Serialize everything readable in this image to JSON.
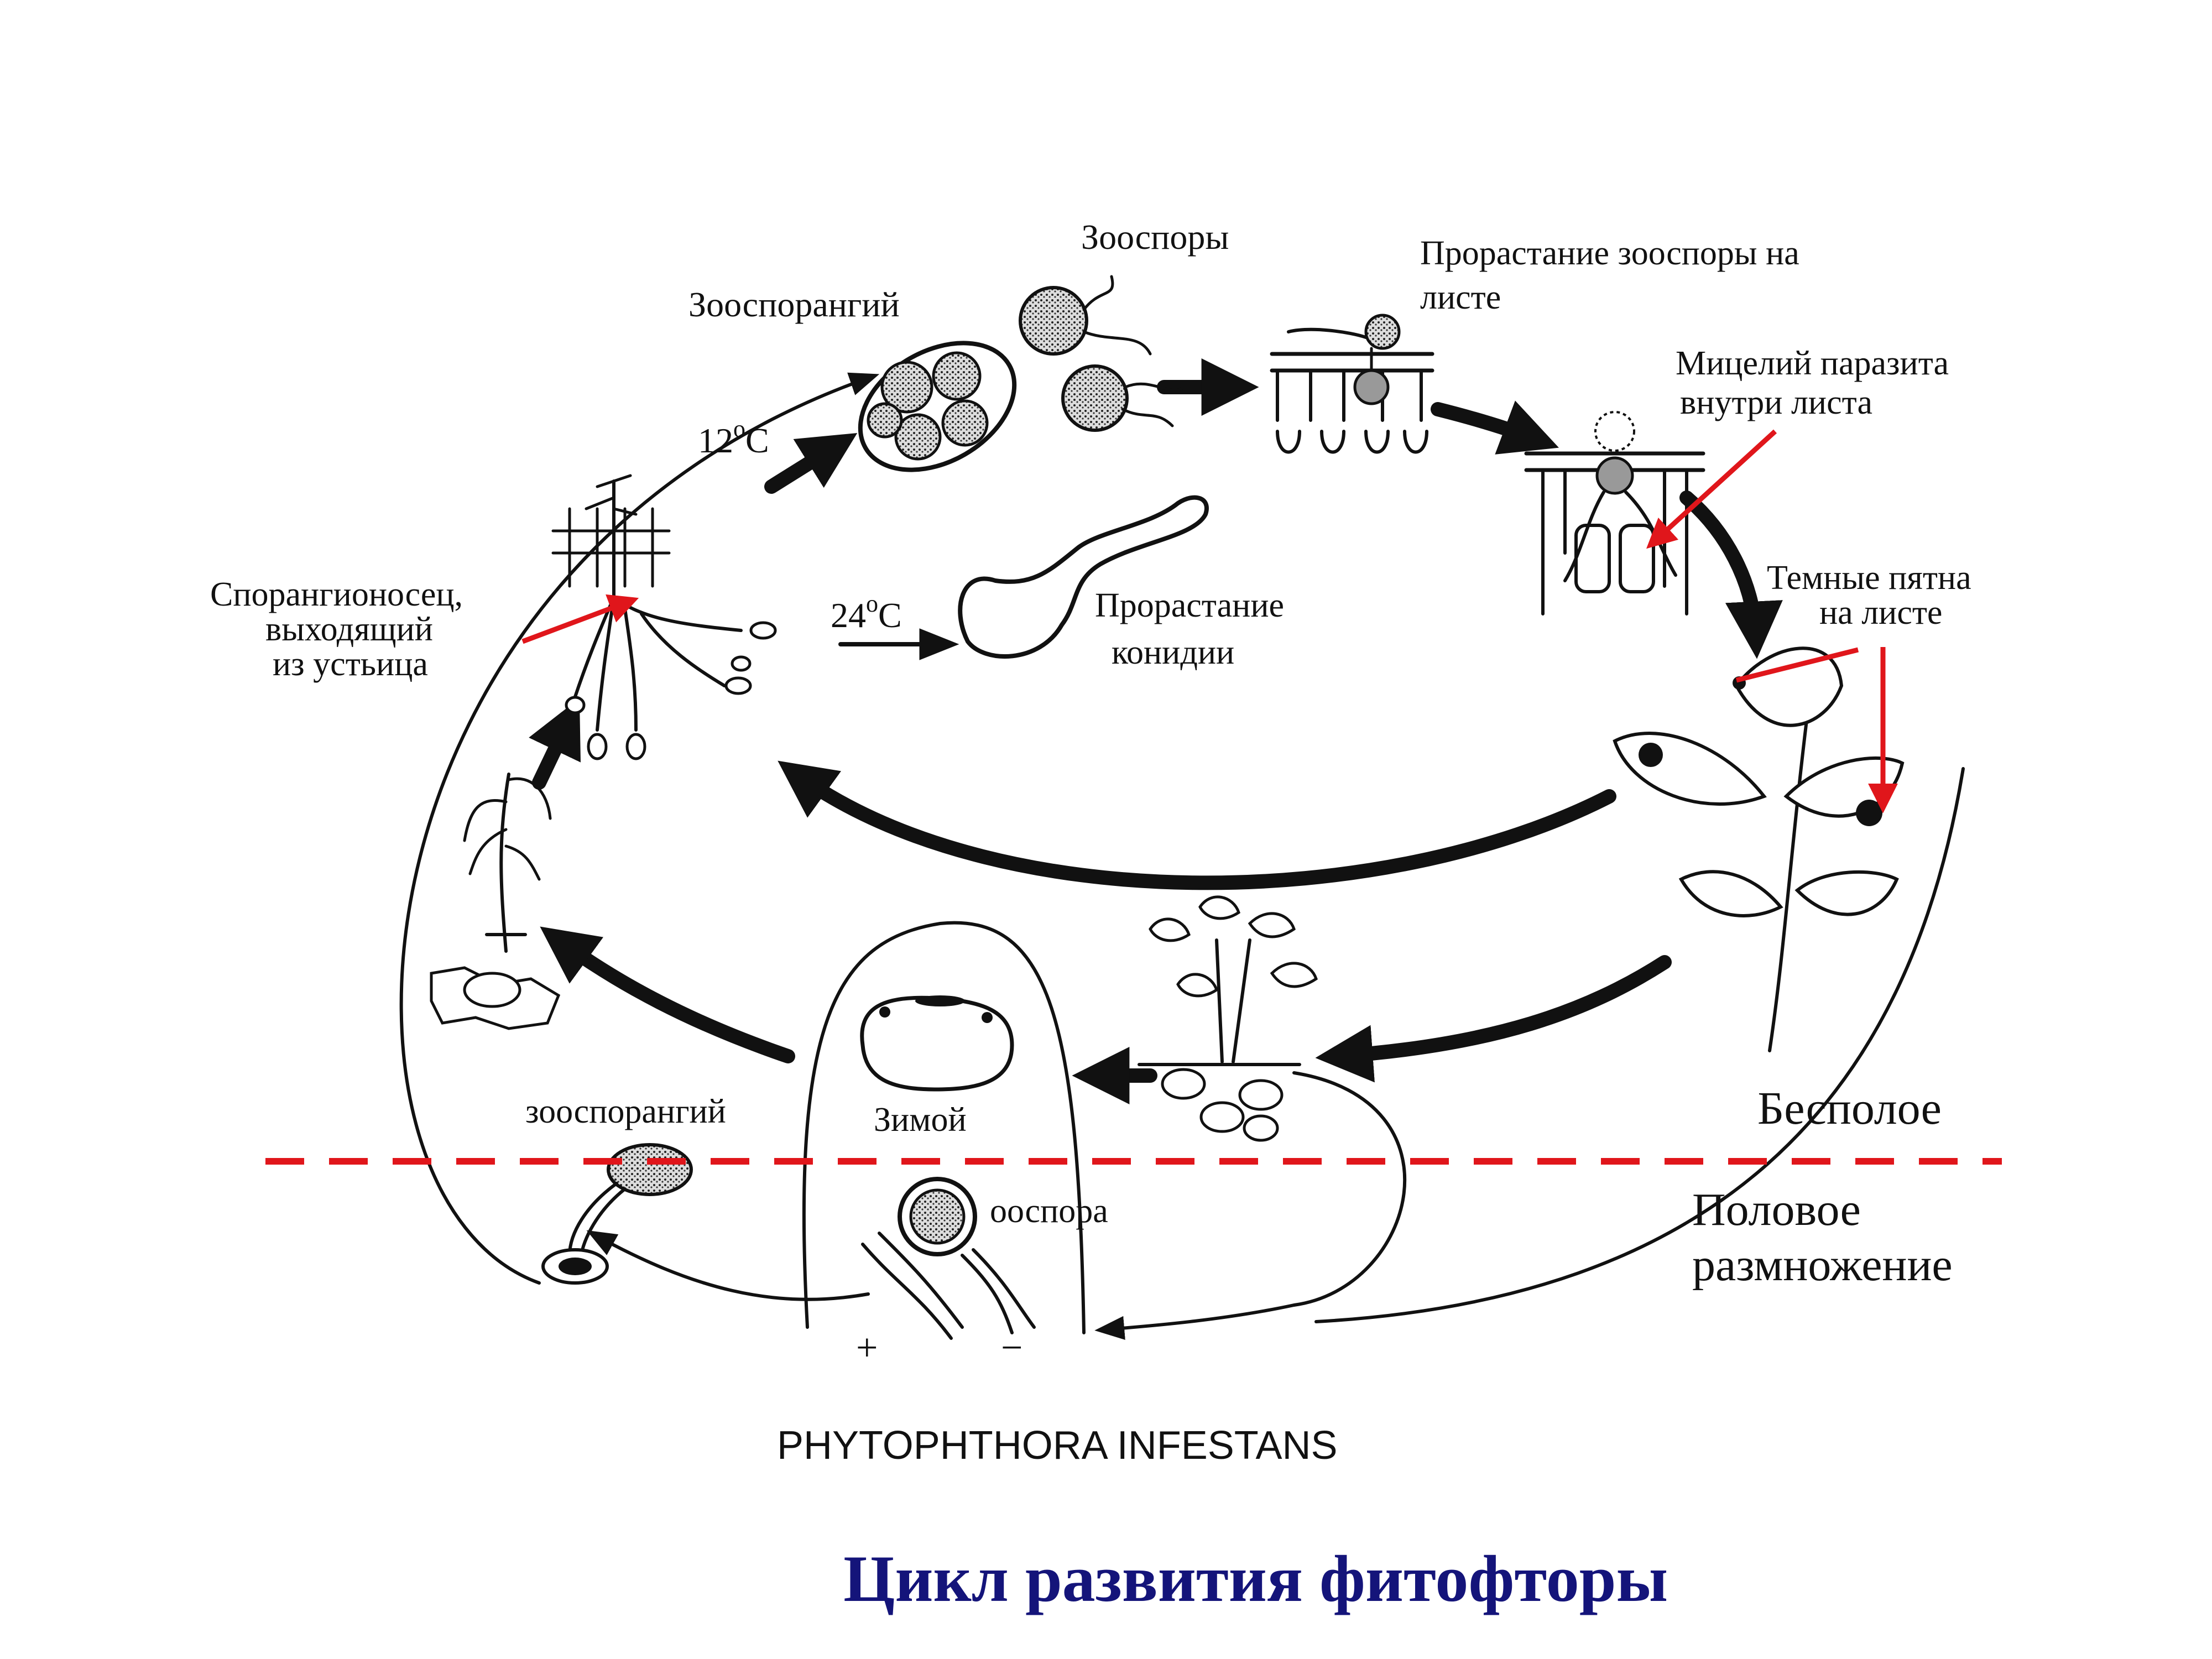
{
  "title": "Цикл развития фитофторы",
  "species": "PHYTOPHTHORA INFESTANS",
  "labels": {
    "zoospores": "Зооспоры",
    "zoosporangium_top": "Зооспорангий",
    "temp_12": "12",
    "temp_24": "24",
    "deg": "o",
    "celsius": "C",
    "germ_zoospore_1": "Прорастание зооспоры на",
    "germ_zoospore_2": "листе",
    "mycelium_1": "Мицелий паразита",
    "mycelium_2": "внутри   листа",
    "spots_1": "Темные пятна",
    "spots_2": "на листе",
    "sporangiophore_1": "Спорангионосец,",
    "sporangiophore_2": "выходящий",
    "sporangiophore_3": "из устьица",
    "conidia_1": "Прорастание",
    "conidia_2": "конидии",
    "zoosporangium_bottom": "зооспорангий",
    "winter": "Зимой",
    "oospore": "ооспора",
    "asexual": "Бесполое",
    "sexual_1": "Половое",
    "sexual_2": "размножение",
    "plus": "+",
    "minus": "−"
  },
  "colors": {
    "title": "#14147a",
    "divider": "#e0161b",
    "pointer": "#e0161b",
    "ink": "#111111"
  }
}
